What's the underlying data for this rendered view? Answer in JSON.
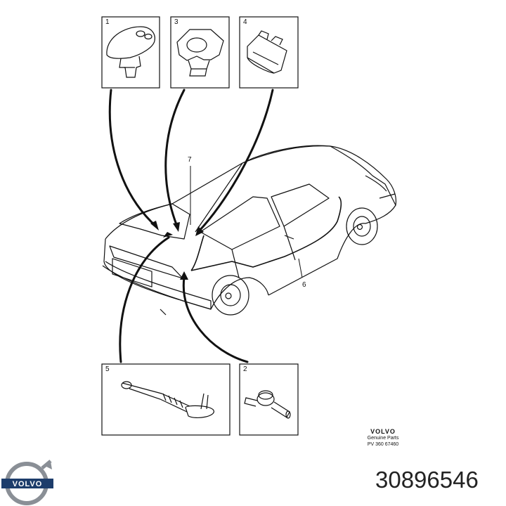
{
  "callouts": {
    "box1": "1",
    "box2": "2",
    "box3": "3",
    "box4": "4",
    "box5": "5",
    "ref6": "6",
    "ref7": "7"
  },
  "stamp": {
    "brand": "VOLVO",
    "line1": "Genuine Parts",
    "line2": "PV 360 67460"
  },
  "part_number": "30896546",
  "logo_text": "VOLVO"
}
